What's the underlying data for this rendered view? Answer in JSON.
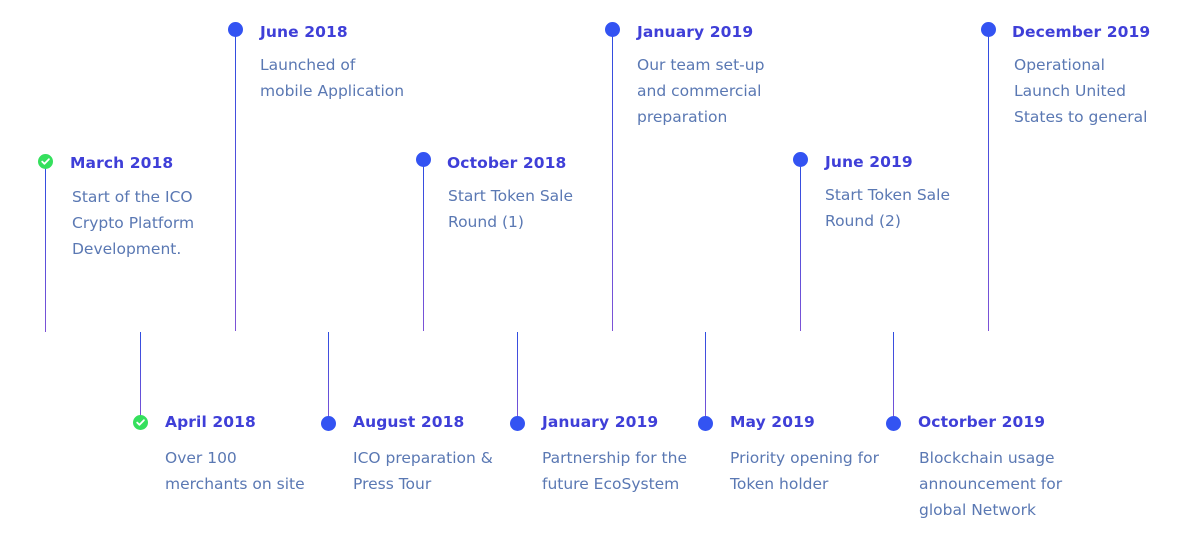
{
  "colors": {
    "accent": "#3353f2",
    "completed": "#35e05d",
    "date_text": "#3f3fd8",
    "description_text": "#5a78b3"
  },
  "milestones": [
    {
      "date": "March 2018",
      "status": "completed",
      "lines": [
        "Start of the ICO",
        "Crypto Platform",
        "Development."
      ]
    },
    {
      "date": "April 2018",
      "status": "completed",
      "lines": [
        "Over 100",
        "merchants on site"
      ]
    },
    {
      "date": "June 2018",
      "status": "upcoming",
      "lines": [
        "Launched of",
        "mobile Application"
      ]
    },
    {
      "date": "August 2018",
      "status": "upcoming",
      "lines": [
        "ICO preparation &",
        "Press Tour"
      ]
    },
    {
      "date": "October 2018",
      "status": "upcoming",
      "lines": [
        "Start Token Sale",
        "Round (1)"
      ]
    },
    {
      "date": "January 2019",
      "status": "upcoming",
      "lines": [
        "Partnership for the",
        "future EcoSystem"
      ]
    },
    {
      "date": "January 2019",
      "status": "upcoming",
      "lines": [
        "Our team set-up",
        "and commercial",
        "preparation"
      ]
    },
    {
      "date": "May 2019",
      "status": "upcoming",
      "lines": [
        "Priority opening for",
        "Token holder"
      ]
    },
    {
      "date": "June 2019",
      "status": "upcoming",
      "lines": [
        "Start Token Sale",
        "Round (2)"
      ]
    },
    {
      "date": "Octorber 2019",
      "status": "upcoming",
      "lines": [
        "Blockchain usage",
        "announcement for",
        "global Network"
      ]
    },
    {
      "date": "December 2019",
      "status": "upcoming",
      "lines": [
        "Operational",
        "Launch United",
        "States to general"
      ]
    }
  ]
}
